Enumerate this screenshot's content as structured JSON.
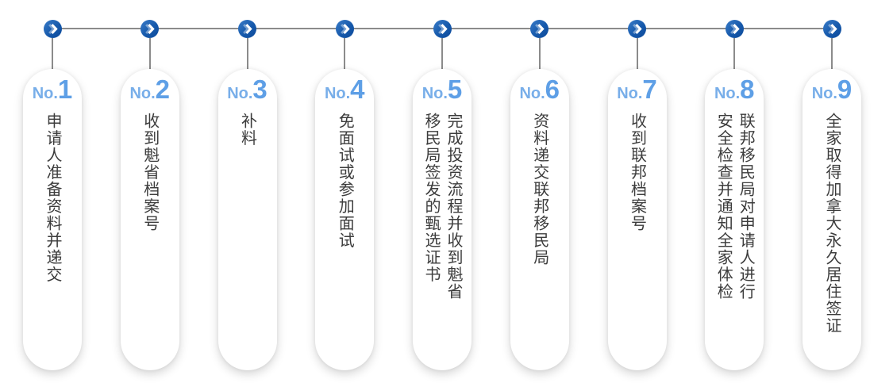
{
  "timeline": {
    "number_prefix": "No.",
    "colors": {
      "node_blue_light": "#3a7cc8",
      "node_blue_dark": "#0d4a9a",
      "line_gray": "#8b8b8b",
      "prefix_blue": "#78aee9",
      "number_blue": "#5e9fe6",
      "text_gray": "#3c3c3c",
      "card_background": "#ffffff"
    },
    "node_icon": "chevron-right-icon",
    "steps": [
      {
        "number": "1",
        "text": "申请人准备资料并递交"
      },
      {
        "number": "2",
        "text": "收到魁省档案号"
      },
      {
        "number": "3",
        "text": "补料"
      },
      {
        "number": "4",
        "text": "免面试或参加面试"
      },
      {
        "number": "5",
        "text": "完成投资流程并收到魁省\n移民局签发的甄选证书"
      },
      {
        "number": "6",
        "text": "资料递交联邦移民局"
      },
      {
        "number": "7",
        "text": "收到联邦档案号"
      },
      {
        "number": "8",
        "text": "联邦移民局对申请人进行\n安全检查并通知全家体检"
      },
      {
        "number": "9",
        "text": "全家取得加拿大永久居住签证"
      }
    ]
  }
}
